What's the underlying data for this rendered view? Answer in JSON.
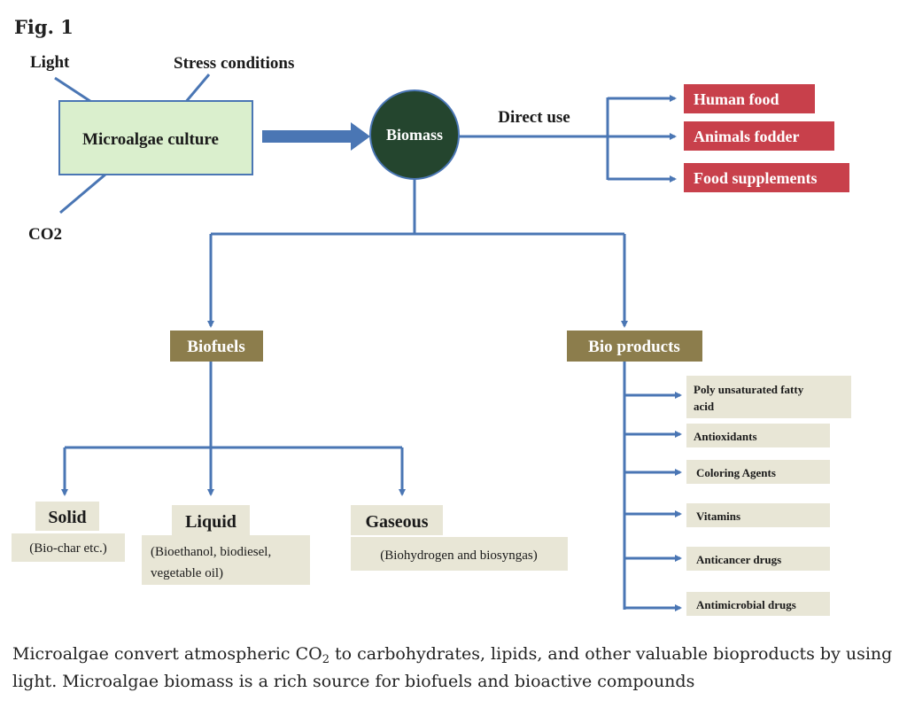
{
  "figure": {
    "title": "Fig. 1",
    "caption": {
      "part1": "Microalgae convert atmospheric CO",
      "subscript": "2",
      "part2": " to carbohydrates, lipids, and other valuable bioproducts by using light. Microalgae biomass is a rich source for biofuels and bioactive compounds"
    }
  },
  "inputs": {
    "light": "Light",
    "stress": "Stress conditions",
    "co2": "CO2"
  },
  "culture": {
    "label": "Microalgae culture"
  },
  "biomass": {
    "label": "Biomass"
  },
  "direct_use": {
    "label": "Direct use",
    "items": [
      "Human food",
      "Animals fodder",
      "Food supplements"
    ]
  },
  "biofuels": {
    "label": "Biofuels",
    "solid": {
      "title": "Solid",
      "desc": "(Bio-char etc.)"
    },
    "liquid": {
      "title": "Liquid",
      "desc_line1": "(Bioethanol, biodiesel,",
      "desc_line2": "vegetable oil)"
    },
    "gaseous": {
      "title": "Gaseous",
      "desc": "(Biohydrogen and biosyngas)"
    }
  },
  "bioproducts": {
    "label": "Bio products",
    "item1_line1": "Poly unsaturated fatty",
    "item1_line2": "acid",
    "items": [
      "Antioxidants",
      "Coloring Agents",
      "Vitamins",
      "Anticancer drugs",
      "Antimicrobial drugs"
    ]
  },
  "colors": {
    "line": "#4a76b4",
    "culture_fill": "#daefcd",
    "biomass_fill": "#24452e",
    "red_box": "#c8404b",
    "olive_box": "#8c7d4c",
    "beige_box": "#e8e6d6"
  }
}
